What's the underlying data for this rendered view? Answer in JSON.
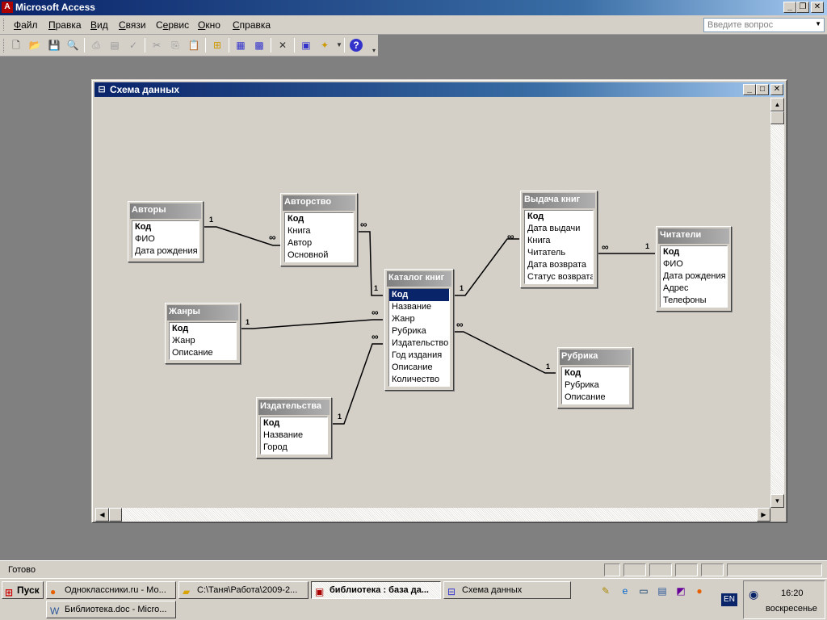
{
  "app": {
    "title": "Microsoft Access",
    "icon": "A"
  },
  "menu": {
    "items": [
      {
        "pre": "",
        "u": "Ф",
        "post": "айл"
      },
      {
        "pre": "",
        "u": "П",
        "post": "равка"
      },
      {
        "pre": "",
        "u": "В",
        "post": "ид"
      },
      {
        "pre": "",
        "u": "С",
        "post": "вязи"
      },
      {
        "pre": "С",
        "u": "е",
        "post": "рвис"
      },
      {
        "pre": "",
        "u": "О",
        "post": "кно"
      },
      {
        "pre": "",
        "u": "С",
        "post": "правка"
      }
    ],
    "ask_placeholder": "Введите вопрос"
  },
  "relationship_window": {
    "title": "Схема данных"
  },
  "tables": {
    "authors": {
      "title": "Авторы",
      "fields": [
        "Код",
        "ФИО",
        "Дата рождения"
      ]
    },
    "authorship": {
      "title": "Авторство",
      "fields": [
        "Код",
        "Книга",
        "Автор",
        "Основной"
      ]
    },
    "catalog": {
      "title": "Каталог книг",
      "fields": [
        "Код",
        "Название",
        "Жанр",
        "Рубрика",
        "Издательство",
        "Год издания",
        "Описание",
        "Количество"
      ]
    },
    "loans": {
      "title": "Выдача книг",
      "fields": [
        "Код",
        "Дата выдачи",
        "Книга",
        "Читатель",
        "Дата возврата",
        "Статус возврата"
      ]
    },
    "readers": {
      "title": "Читатели",
      "fields": [
        "Код",
        "ФИО",
        "Дата рождения",
        "Адрес",
        "Телефоны"
      ]
    },
    "genres": {
      "title": "Жанры",
      "fields": [
        "Код",
        "Жанр",
        "Описание"
      ]
    },
    "rubric": {
      "title": "Рубрика",
      "fields": [
        "Код",
        "Рубрика",
        "Описание"
      ]
    },
    "publishers": {
      "title": "Издательства",
      "fields": [
        "Код",
        "Название",
        "Город"
      ]
    }
  },
  "cardinality": {
    "one": "1",
    "many": "∞"
  },
  "status": {
    "text": "Готово"
  },
  "taskbar": {
    "start": "Пуск",
    "tasks": [
      "Одноклассники.ru - Мо...",
      "C:\\Таня\\Работа\\2009-2...",
      "библиотека : база да...",
      "Схема данных",
      "Библиотека.doc - Micro..."
    ],
    "lang": "EN",
    "time": "16:20",
    "day": "воскресенье"
  }
}
